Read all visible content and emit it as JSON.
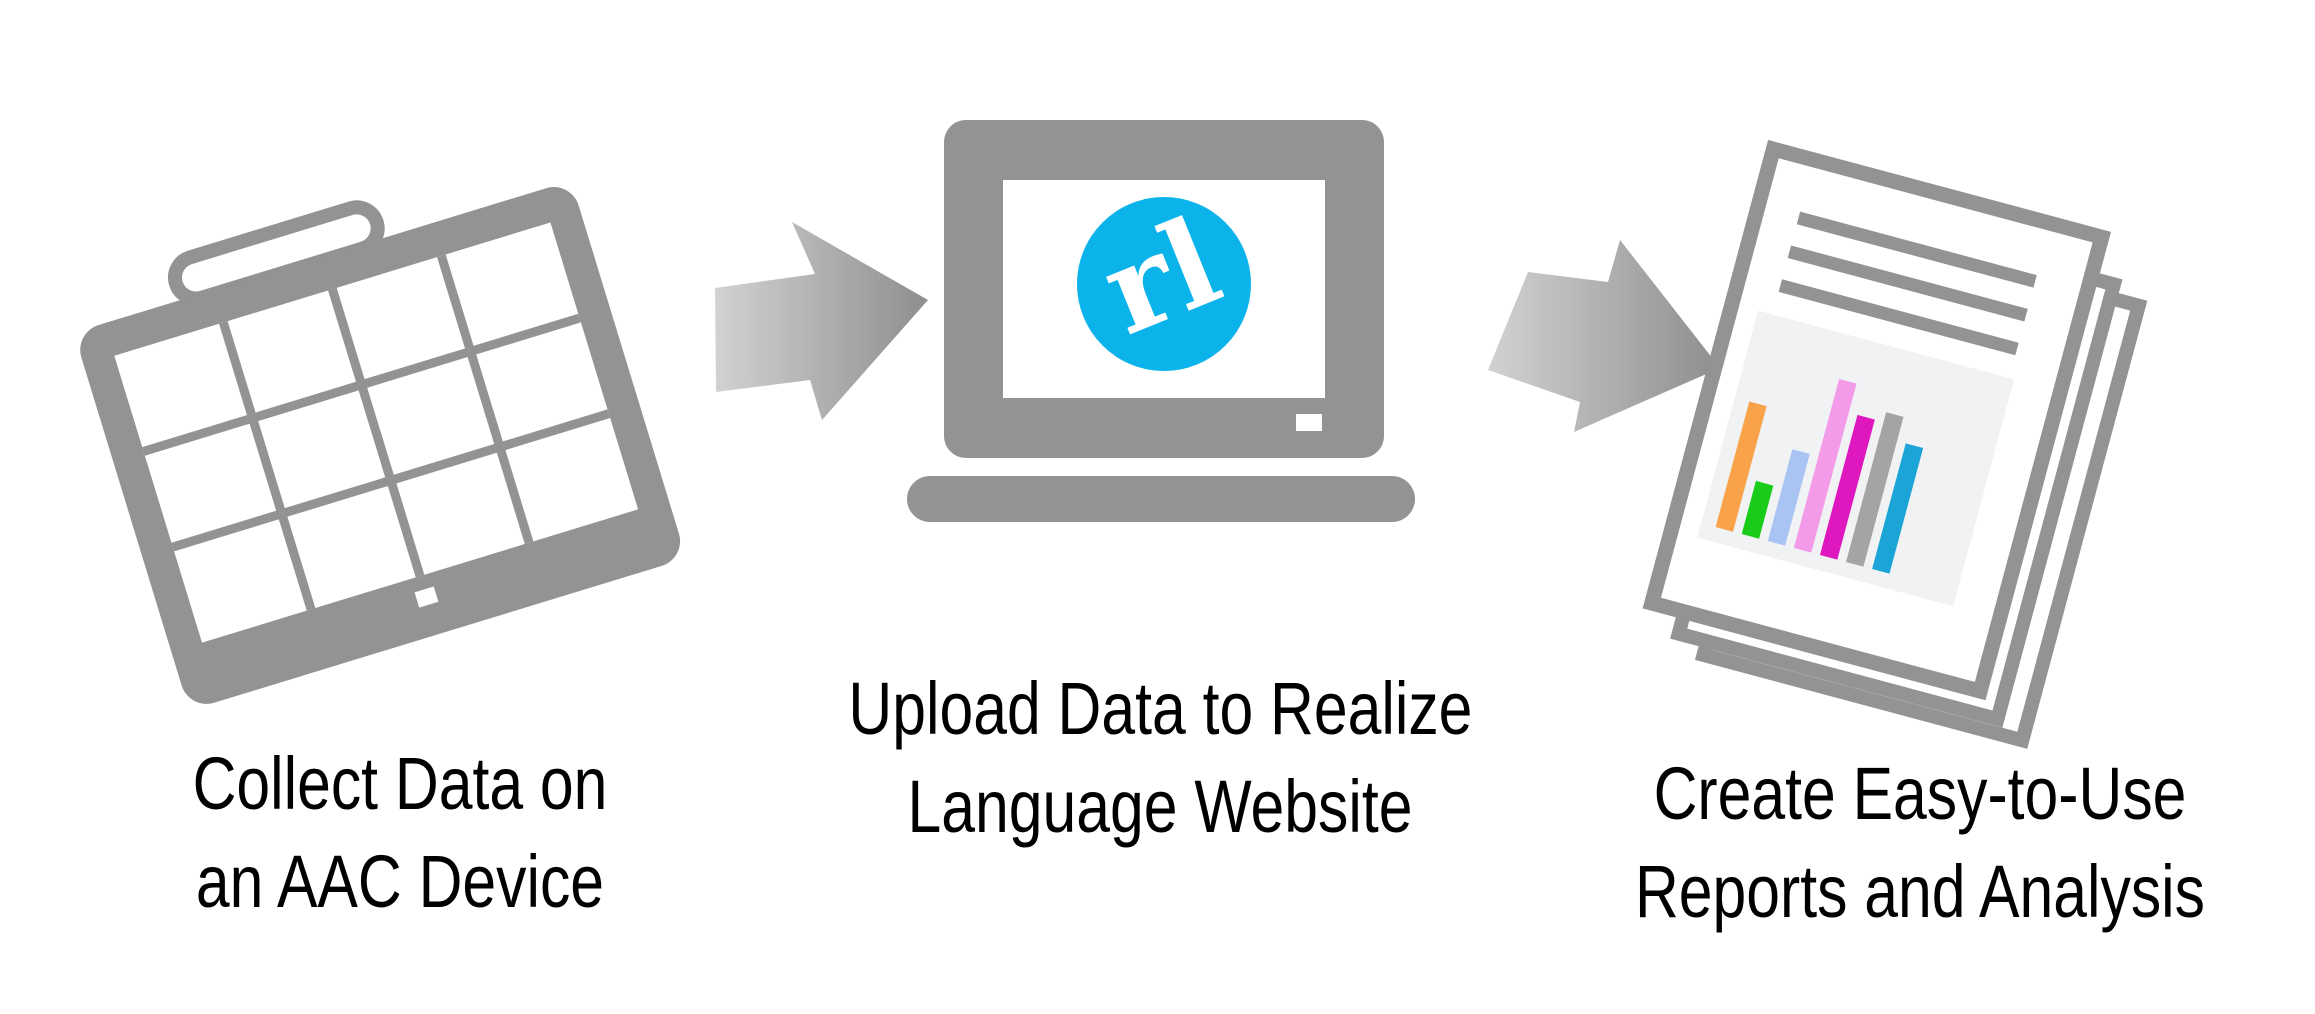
{
  "steps": [
    {
      "line1": "Collect Data on",
      "line2": "an AAC Device",
      "icon": "tablet-icon"
    },
    {
      "line1": "Upload Data to Realize",
      "line2": "Language Website",
      "icon": "laptop-icon"
    },
    {
      "line1": "Create Easy-to-Use",
      "line2": "Reports and Analysis",
      "icon": "reports-icon"
    }
  ],
  "logo": {
    "text": "rl",
    "color": "#0AB4EA"
  },
  "colors": {
    "icon_gray": "#939393",
    "arrow_light": "#D2D2D2",
    "arrow_dark": "#8E8E8E",
    "bar_orange": "#F8A24A",
    "bar_green": "#19CC19",
    "bar_lightblue": "#A9C3F2",
    "bar_pink": "#F39AE9",
    "bar_magenta": "#DF17BE",
    "bar_gray": "#A4A4A4",
    "bar_blue": "#1BA4D6"
  }
}
